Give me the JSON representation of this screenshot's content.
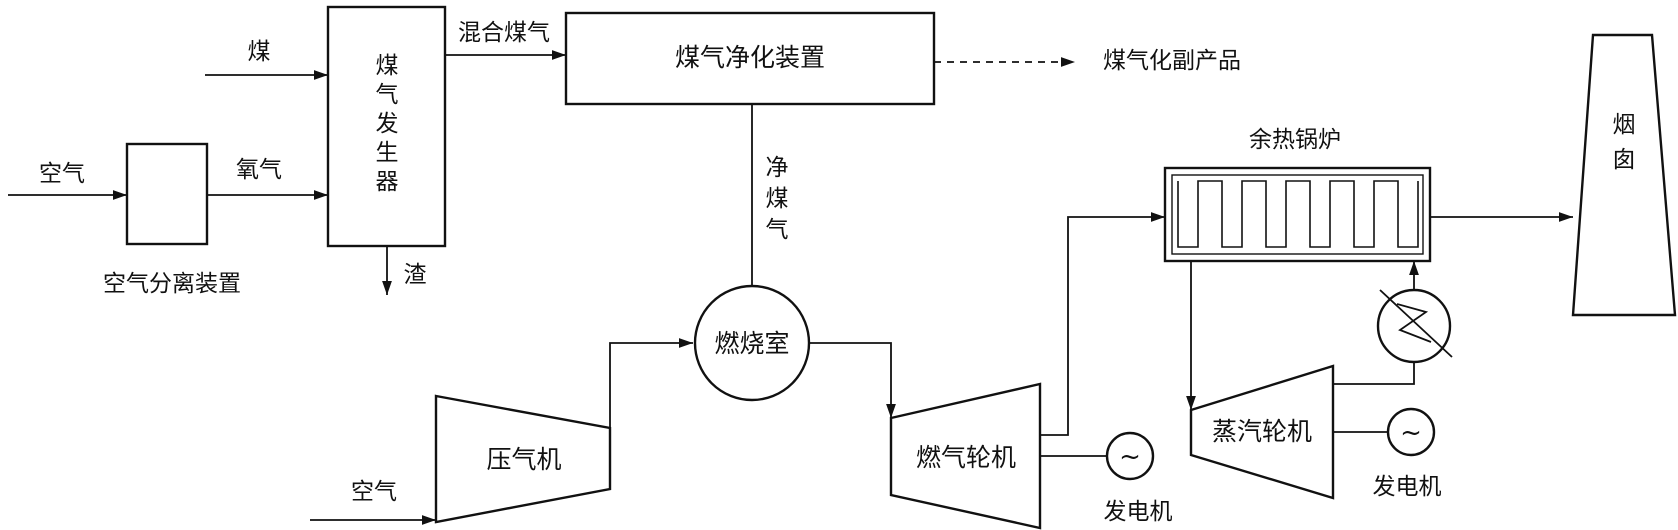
{
  "labels": {
    "coal": "煤",
    "mixed_gas": "混合煤气",
    "purifier": "煤气净化装置",
    "byproducts": "煤气化副产品",
    "gasifier": [
      "煤",
      "气",
      "发",
      "生",
      "器"
    ],
    "air_in": "空气",
    "oxygen": "氧气",
    "air_separation": "空气分离装置",
    "slag": "渣",
    "clean_gas": [
      "净",
      "煤",
      "气"
    ],
    "combustor": "燃烧室",
    "compressor": "压气机",
    "compressor_air": "空气",
    "gas_turbine": "燃气轮机",
    "generator_1": "发电机",
    "hrsg": "余热锅炉",
    "steam_turbine": "蒸汽轮机",
    "generator_2": "发电机",
    "stack": [
      "烟",
      "囱"
    ]
  },
  "icons": {
    "generator_symbol": "~"
  }
}
